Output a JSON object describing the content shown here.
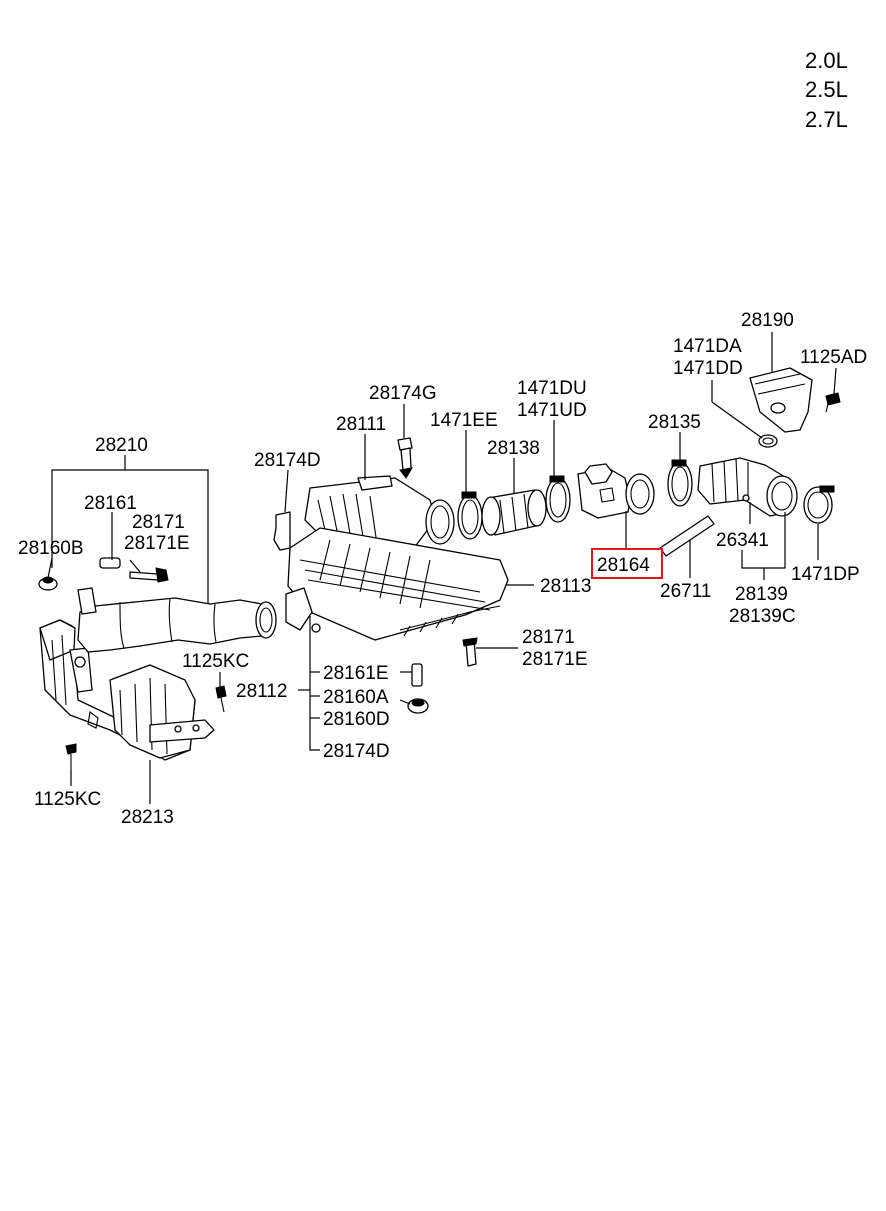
{
  "engine_variants": [
    "2.0L",
    "2.5L",
    "2.7L"
  ],
  "highlight_color": "#e01818",
  "labels": {
    "p28210": "28210",
    "p28161": "28161",
    "p28171a": "28171",
    "p28171Ea": "28171E",
    "p28160B": "28160B",
    "p28174D_top": "28174D",
    "p28174G": "28174G",
    "p28111": "28111",
    "p1471EE": "1471EE",
    "p28138": "28138",
    "p1471DU": "1471DU",
    "p1471UD": "1471UD",
    "p28135": "28135",
    "p28190": "28190",
    "p1471DA": "1471DA",
    "p1471DD": "1471DD",
    "p1125AD": "1125AD",
    "p28113": "28113",
    "p28164": "28164",
    "p26711": "26711",
    "p26341": "26341",
    "p28139": "28139",
    "p28139C": "28139C",
    "p1471DP": "1471DP",
    "p28171b": "28171",
    "p28171Eb": "28171E",
    "p1125KC_mid": "1125KC",
    "p28112": "28112",
    "p28161E": "28161E",
    "p28160A": "28160A",
    "p28160D": "28160D",
    "p28174D_bot": "28174D",
    "p1125KC_low": "1125KC",
    "p28213": "28213"
  }
}
